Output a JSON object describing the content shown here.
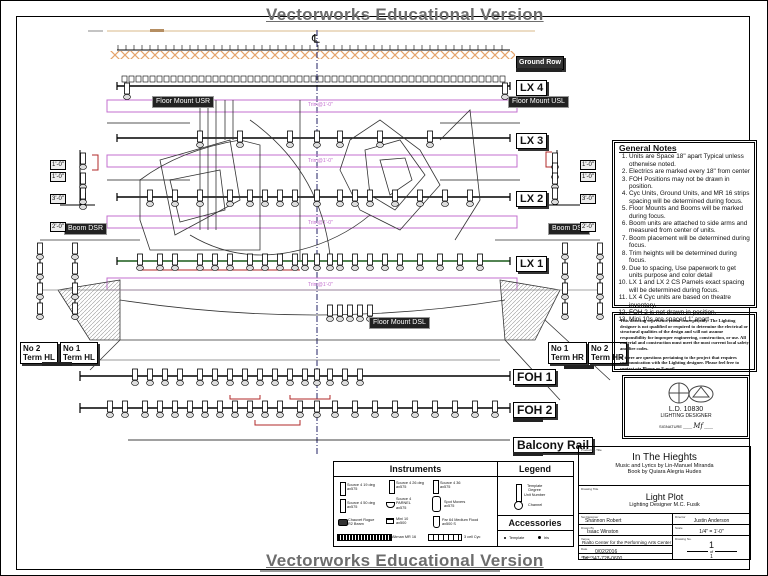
{
  "watermark": {
    "top": "Vectorworks Educational Version",
    "bottom": "Vectorworks Educational Version"
  },
  "centerline_symbol": "℄",
  "positions": {
    "ground_row": "Ground Row",
    "lx4": "LX 4",
    "lx3": "LX 3",
    "lx2": "LX 2",
    "lx1": "LX 1",
    "foh1": "FOH 1",
    "foh2": "FOH 2",
    "balcony_rail": "Balcony Rail",
    "floor_mount_usr": "Floor Mount USR",
    "floor_mount_usl": "Floor Mount USL",
    "floor_mount_dsl": "Floor Mount DSL",
    "boom_dsr": "Boom DSR",
    "boom_dsl": "Boom DSL",
    "no2_term_hl": [
      "No 2",
      "Term HL"
    ],
    "no1_term_hl": [
      "No 1",
      "Term HL"
    ],
    "no1_term_hr": [
      "No 1",
      "Term HR"
    ],
    "no2_term_hr": [
      "No 2",
      "Term HR"
    ]
  },
  "trim_labels": [
    "Trim@1'-0\"",
    "Trim@1'-0\"",
    "Trim@1'-0\"",
    "Trim@1'-0\""
  ],
  "boom_heights_left": [
    "1'-0\"",
    "1'-0\"",
    "3'-0\"",
    "2'-0\""
  ],
  "boom_heights_right": [
    "1'-0\"",
    "1'-0\"",
    "3'-0\"",
    "2'-0\""
  ],
  "general_notes": {
    "title": "General Notes",
    "items": [
      "Units are Space 18\" apart Typical unless otherwise noted.",
      "Electrics are marked every 18\" from center",
      "FOH Positions may not be drawn in position.",
      "Cyc Units, Ground Units, and MR 16 strips spacing will be determined during focus.",
      "Floor Mounts and Booms will be marked during focus.",
      "Boom units are attached to side arms and measured from center of units.",
      "Boom placement will be determined during focus.",
      "Trim heights will be determined during focus.",
      "Due to spacing, Use paperwork to get units purpose and color detail",
      "LX 1 and LX 2 CS Parnels exact spacing will be determined during focus.",
      "LX 4 Cyc units are based on theatre inventory.",
      "FOH 2 is not drawn in position.",
      "Mini 10s are spaced 1' apart"
    ]
  },
  "disclaimer": [
    "This drawing represents visual concepts only. The Lighting designer is not qualified or required to determine the electrical or structural qualities of the design and will not assume responsibility for improper engineering, construction, or use. All material and construction must meet the most current local safety and fire codes.",
    "If there are questions pertaining to the project that requires communication with the Lighting designer. Please feel free to contact via Phone or E-mail."
  ],
  "stamp": {
    "line1": "L.D. 10830",
    "line2": "LIGHTING DESIGNER",
    "line3": "SIGNATURE"
  },
  "instruments": {
    "title": "Instruments",
    "items": [
      {
        "icon": "ellipsoidal-icon",
        "label": [
          "Source 4 19 deg",
          "ax575"
        ]
      },
      {
        "icon": "ellipsoidal-icon",
        "label": [
          "Source 4 26 deg",
          "ax575"
        ]
      },
      {
        "icon": "ellipsoidal-icon",
        "label": [
          "Source 4 36",
          "ax575"
        ]
      },
      {
        "icon": "ellipsoidal-icon",
        "label": [
          "Source 4 50 deg",
          "ax575"
        ]
      },
      {
        "icon": "parnel-icon",
        "label": [
          "Source 4",
          "PARNEL",
          "ax575"
        ]
      },
      {
        "icon": "moving-light-icon",
        "label": [
          "Spot Movers",
          "ax575"
        ]
      },
      {
        "icon": "beam-moving-icon",
        "label": [
          "Chauvet Rogue",
          "R2 Beam"
        ]
      },
      {
        "icon": "mini10-icon",
        "label": [
          "Mini 10",
          "ax500"
        ]
      },
      {
        "icon": "par-icon",
        "label": [
          "Par 64 Medium Flood",
          "ax500 S"
        ]
      },
      {
        "icon": "strip-light-icon",
        "label": [
          "Altman MR 16"
        ]
      },
      {
        "icon": "cyc-light-icon",
        "label": [
          "3 cell Cyc"
        ]
      }
    ]
  },
  "legend": {
    "title": "Legend",
    "labels": [
      "Template",
      "Degree",
      "Unit Number",
      "Channel"
    ]
  },
  "accessories": {
    "title": "Accessories",
    "items": [
      "Template",
      "Iris"
    ]
  },
  "title_block": {
    "production_caption": "Production Title",
    "production": "In The Hieghts",
    "music": "Music and Lyrics by Lin-Manuel Miranda",
    "book": "Book by Quiara Alegria Hudes",
    "drawing_caption": "Drawing Title",
    "drawing": "Light Plot",
    "designer": "Lighting Designer M.C. Fusik",
    "row1_left_caption": "Set Designer",
    "row1_left": "Shannon Robert",
    "row1_right_caption": "Director",
    "row1_right": "Justin Anderson",
    "row2_left_caption": "Drawn By",
    "row2_left": "Isaac Winston",
    "row2_right_caption": "Scale",
    "row2_right": "1/4\" = 1'-0\"",
    "venue_caption": "Venue",
    "venue": "Rialto Center for the Performing Arts Center",
    "date_caption": "Date",
    "date": "0/02/2016",
    "contact_caption": "Contact",
    "contact": "Tel. 347-728-0600",
    "plate_caption": "Drawing No.",
    "plate": "1",
    "of": "of",
    "total": "1"
  },
  "colors": {
    "trim_line": "#c36fcf",
    "truss": "#e5a46b",
    "circuit_link": "#b02a2a",
    "centerline": "#222266",
    "watermark": "#6d6d6d"
  }
}
